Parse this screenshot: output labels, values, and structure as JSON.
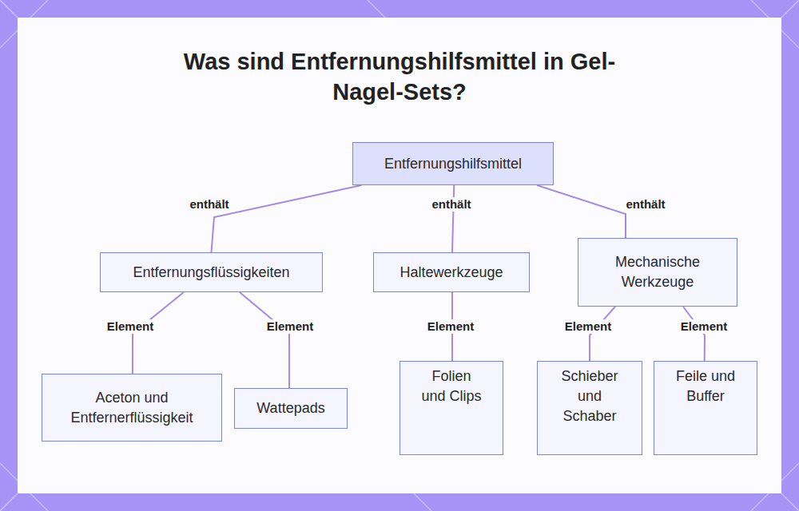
{
  "diagram": {
    "title": "Was sind Entfernungshilfsmittel in Gel-Nagel-Sets?",
    "nodes": [
      {
        "text": [
          "Entfernungshilfsmittel"
        ]
      },
      {
        "text": [
          "Entfernungsflüssigkeiten"
        ]
      },
      {
        "text": [
          "Haltewerkzeuge"
        ]
      },
      {
        "text": [
          "Mechanische Werkzeuge"
        ]
      },
      {
        "text": [
          "Aceton und Entfernerflüssigkeit"
        ]
      },
      {
        "text": [
          "Wattepads"
        ]
      },
      {
        "text": [
          "Folien und Clips"
        ]
      },
      {
        "text": [
          "Schieber und Schaber"
        ]
      },
      {
        "text": [
          "Feile und Buffer"
        ]
      }
    ],
    "edges": [
      {
        "from": 0,
        "to": 1,
        "label": "enthält",
        "arrow": "none"
      },
      {
        "from": 0,
        "to": 2,
        "label": "enthält",
        "arrow": "none"
      },
      {
        "from": 0,
        "to": 3,
        "label": "enthält",
        "arrow": "none"
      },
      {
        "from": 1,
        "to": 4,
        "label": "Element",
        "arrow": "none"
      },
      {
        "from": 1,
        "to": 5,
        "label": "Element",
        "arrow": "none"
      },
      {
        "from": 2,
        "to": 6,
        "label": "Element",
        "arrow": "none"
      },
      {
        "from": 3,
        "to": 7,
        "label": "Element",
        "arrow": "none"
      },
      {
        "from": 3,
        "to": 8,
        "label": "Element",
        "arrow": "none"
      }
    ]
  }
}
